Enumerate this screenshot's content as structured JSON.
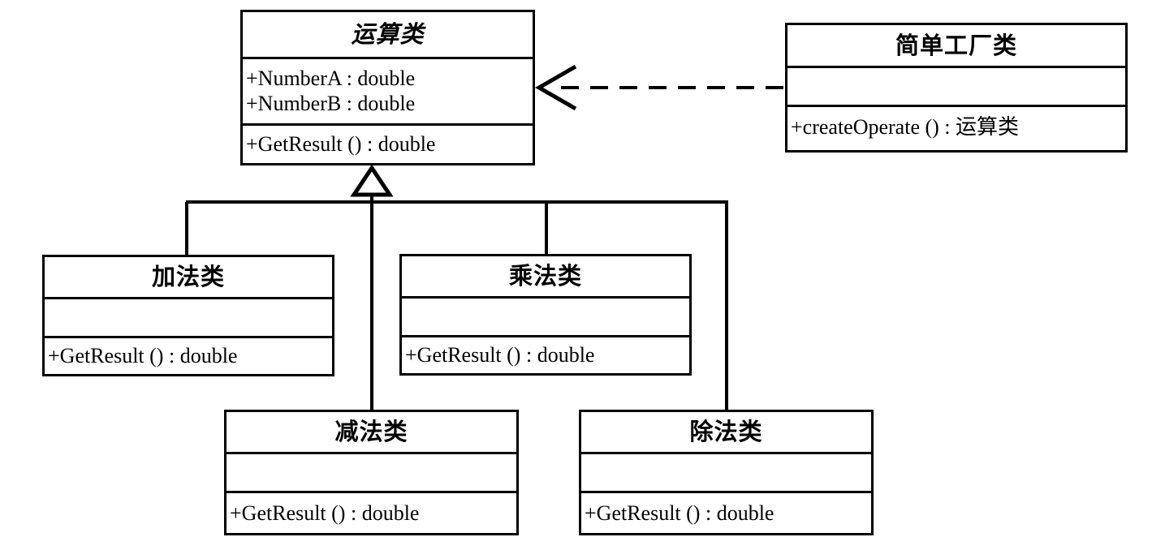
{
  "diagram": {
    "title": "Simple Factory Pattern UML Class Diagram",
    "background_color": "#ffffff",
    "line_color": "#000000"
  },
  "classes": {
    "operation": {
      "name": "运算类",
      "stereotype_abstract": true,
      "attributes": [
        "+NumberA  :  double",
        "+NumberB  :  double"
      ],
      "operations": [
        "+GetResult () :  double"
      ]
    },
    "factory": {
      "name": "简单工厂类",
      "stereotype_abstract": false,
      "attributes": [],
      "operations": [
        "+createOperate () :  运算类"
      ]
    },
    "add": {
      "name": "加法类",
      "stereotype_abstract": false,
      "attributes": [],
      "operations": [
        "+GetResult () :  double"
      ]
    },
    "mul": {
      "name": "乘法类",
      "stereotype_abstract": false,
      "attributes": [],
      "operations": [
        "+GetResult () :  double"
      ]
    },
    "sub": {
      "name": "减法类",
      "stereotype_abstract": false,
      "attributes": [],
      "operations": [
        "+GetResult () :  double"
      ]
    },
    "div": {
      "name": "除法类",
      "stereotype_abstract": false,
      "attributes": [],
      "operations": [
        "+GetResult () :  double"
      ]
    }
  },
  "relationships": [
    {
      "id": "dependency-factory-to-operation",
      "type": "dependency",
      "style": "dashed",
      "arrowhead": "open-arrow",
      "from": "简单工厂类",
      "to": "运算类"
    },
    {
      "id": "generalization-add-to-operation",
      "type": "generalization",
      "style": "solid",
      "arrowhead": "hollow-triangle",
      "from": "加法类",
      "to": "运算类"
    },
    {
      "id": "generalization-sub-to-operation",
      "type": "generalization",
      "style": "solid",
      "arrowhead": "hollow-triangle",
      "from": "减法类",
      "to": "运算类"
    },
    {
      "id": "generalization-mul-to-operation",
      "type": "generalization",
      "style": "solid",
      "arrowhead": "hollow-triangle",
      "from": "乘法类",
      "to": "运算类"
    },
    {
      "id": "generalization-div-to-operation",
      "type": "generalization",
      "style": "solid",
      "arrowhead": "hollow-triangle",
      "from": "除法类",
      "to": "运算类"
    }
  ]
}
